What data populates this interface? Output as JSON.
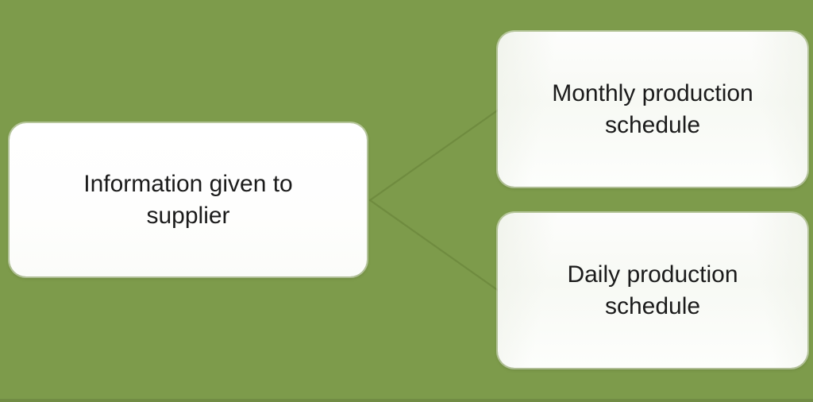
{
  "diagram": {
    "type": "hierarchy-smartart",
    "root": {
      "label": "Information given to supplier"
    },
    "children": [
      {
        "label": "Monthly production schedule"
      },
      {
        "label": "Daily production schedule"
      }
    ]
  },
  "colors": {
    "background": "#7d9b4b",
    "connector": "#6f8b3f",
    "box_fill": "#ffffff",
    "box_text": "#1b1b1b",
    "bottom_edge": "#6d8741"
  }
}
